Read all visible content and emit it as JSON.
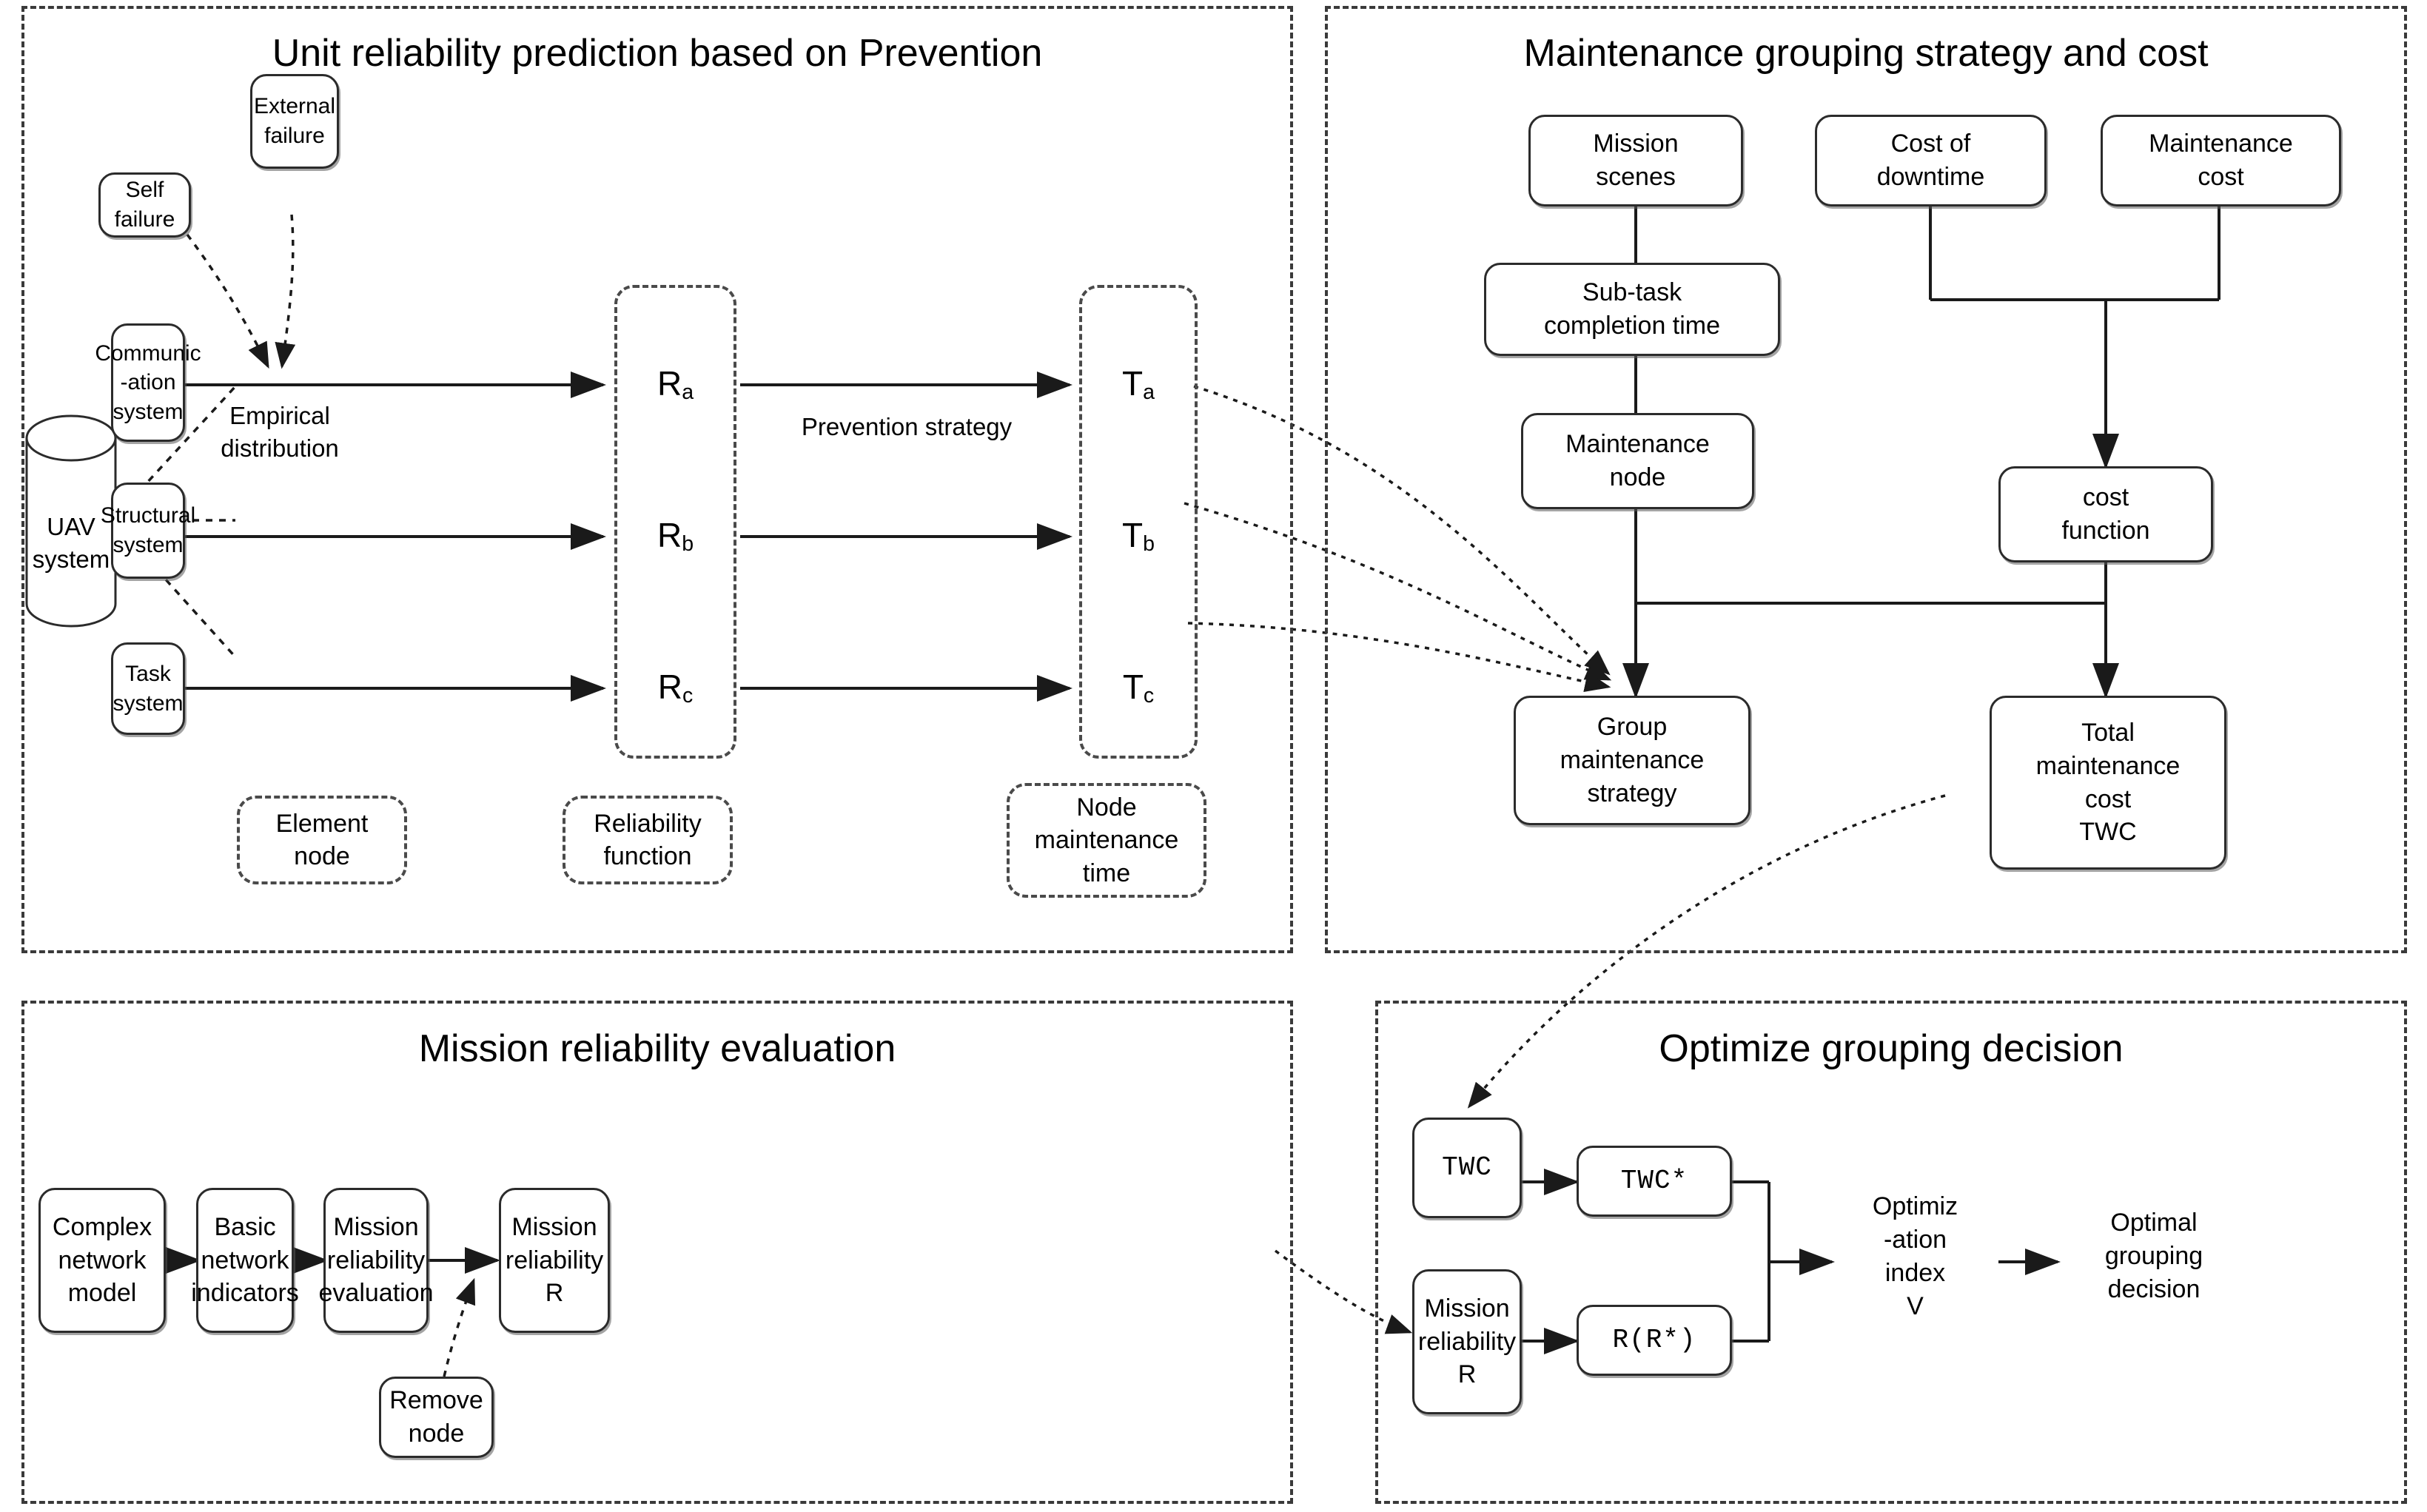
{
  "panels": [
    {
      "id": "unit-reliability",
      "title": "Unit reliability prediction based on Prevention"
    },
    {
      "id": "maintenance-grouping",
      "title": "Maintenance grouping strategy and cost"
    },
    {
      "id": "mission-reliability",
      "title": "Mission reliability evaluation"
    },
    {
      "id": "optimize-grouping",
      "title": "Optimize grouping decision"
    }
  ],
  "panel1": {
    "title": "Unit reliability prediction based on Prevention",
    "nodes": {
      "self_failure": "Self failure",
      "external_failure": "External\nfailure",
      "uav_system": "UAV\nsystem",
      "communication_system": "Communic\n-ation\nsystem",
      "structural_system": "Structural\nsystem",
      "task_system": "Task\nsystem"
    },
    "edge_labels": {
      "empirical_distribution": "Empirical\ndistribution",
      "prevention_strategy": "Prevention strategy"
    },
    "reliability_vars": [
      {
        "base": "R",
        "sub": "a"
      },
      {
        "base": "R",
        "sub": "b"
      },
      {
        "base": "R",
        "sub": "c"
      }
    ],
    "time_vars": [
      {
        "base": "T",
        "sub": "a"
      },
      {
        "base": "T",
        "sub": "b"
      },
      {
        "base": "T",
        "sub": "c"
      }
    ],
    "legend": {
      "element_node": "Element\nnode",
      "reliability_function": "Reliability\nfunction",
      "node_maintenance_time": "Node\nmaintenance\ntime"
    }
  },
  "panel2": {
    "title": "Maintenance grouping strategy and cost",
    "nodes": {
      "mission_scenes": "Mission\nscenes",
      "sub_task_completion_time": "Sub-task\ncompletion time",
      "maintenance_node": "Maintenance\nnode",
      "cost_of_downtime": "Cost of\ndowntime",
      "maintenance_cost": "Maintenance\ncost",
      "cost_function": "cost\nfunction",
      "group_maintenance_strategy": "Group\nmaintenance\nstrategy",
      "total_maintenance_cost": "Total\nmaintenance\ncost\nTWC"
    }
  },
  "panel3": {
    "title": "Mission reliability evaluation",
    "nodes": {
      "complex_network_model": "Complex\nnetwork\nmodel",
      "basic_network_indicators": "Basic\nnetwork\nindicators",
      "mission_reliability_evaluation": "Mission\nreliability\nevaluation",
      "mission_reliability_r": "Mission\nreliability\nR",
      "remove_node": "Remove\nnode"
    }
  },
  "panel4": {
    "title": "Optimize grouping decision",
    "nodes": {
      "twc": "TWC",
      "twc_star": "TWC*",
      "mission_reliability_r": "Mission\nreliability\nR",
      "r_r_star": "R(R*)",
      "optimization_index": "Optimiz\n-ation\nindex\nV",
      "optimal_grouping_decision": "Optimal\ngrouping\ndecision"
    }
  },
  "colors": {
    "stroke": "#2b2b2b",
    "panel_border": "#3a3a3a",
    "background": "#ffffff",
    "text": "#000000"
  }
}
